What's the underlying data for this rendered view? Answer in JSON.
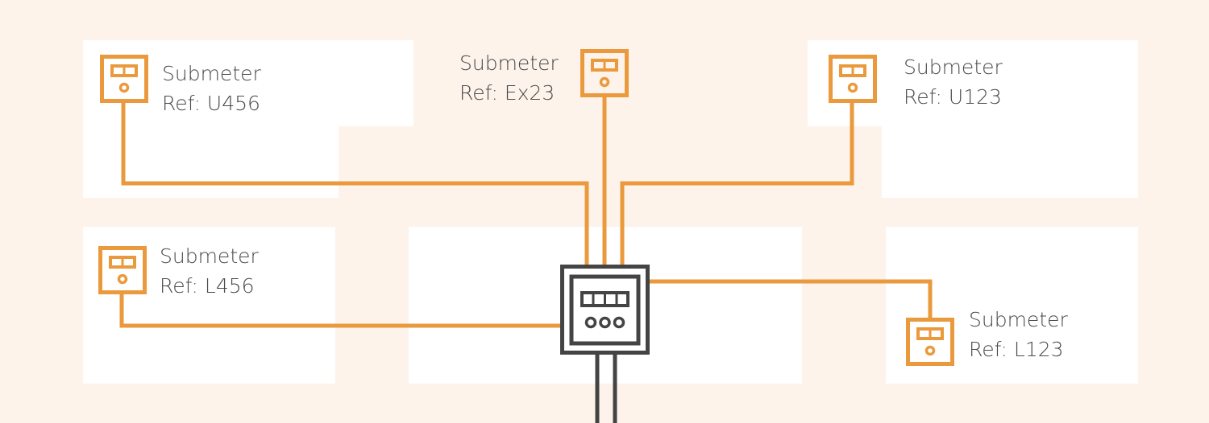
{
  "colors": {
    "background": "#fdf3ea",
    "room_fill": "#ffffff",
    "submeter_orange": "#ea9a3c",
    "main_meter_gray": "#444444",
    "label_text": "#4a4a4a"
  },
  "main_meter": {
    "icon": "electricity-meter-icon"
  },
  "submeters": [
    {
      "key": "u456",
      "title": "Submeter",
      "ref": "Ref: U456",
      "icon": "submeter-icon"
    },
    {
      "key": "ex23",
      "title": "Submeter",
      "ref": "Ref: Ex23",
      "icon": "submeter-icon"
    },
    {
      "key": "u123",
      "title": "Submeter",
      "ref": "Ref: U123",
      "icon": "submeter-icon"
    },
    {
      "key": "l456",
      "title": "Submeter",
      "ref": "Ref: L456",
      "icon": "submeter-icon"
    },
    {
      "key": "l123",
      "title": "Submeter",
      "ref": "Ref: L123",
      "icon": "submeter-icon"
    }
  ]
}
